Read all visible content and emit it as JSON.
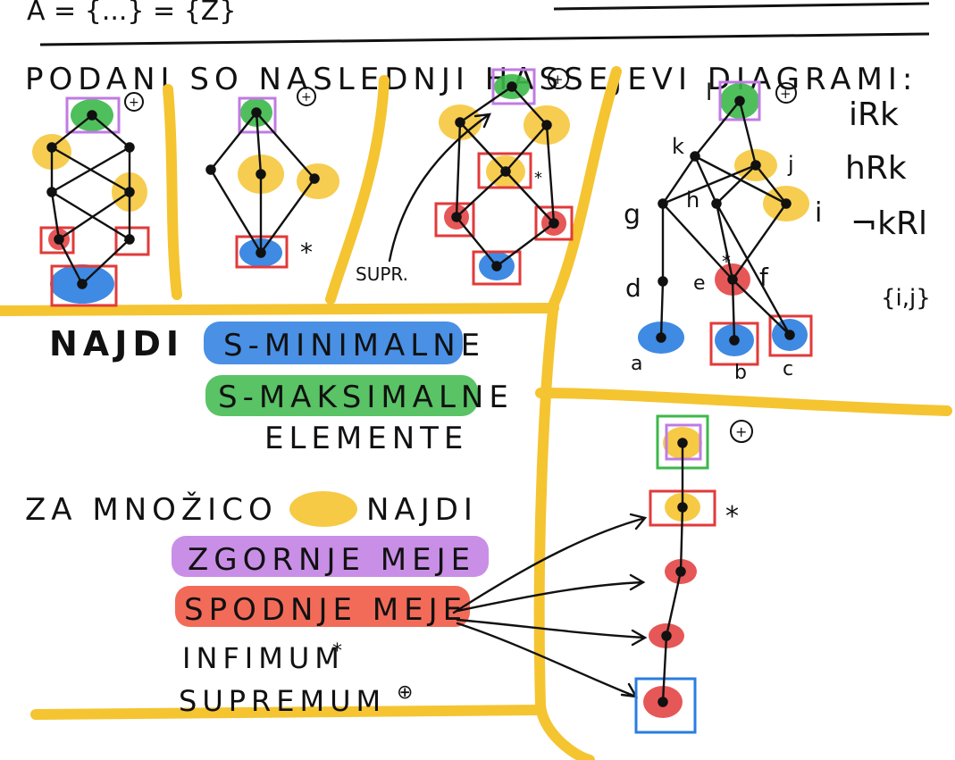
{
  "header": {
    "top_fragment": "A = {...} = {Z}",
    "intro": "PODANI SO NASLEDNJI HASSEJEVI DIAGRAMI:"
  },
  "legend": {
    "find_label": "NAJDI",
    "minimal": "S-MINIMALNE",
    "maximal": "S-MAKSIMALNE",
    "elements": "ELEMENTE"
  },
  "task": {
    "for_set": "ZA MNOŽICO",
    "find": "NAJDI",
    "upper_bounds": "ZGORNJE MEJE",
    "lower_bounds": "SPODNJE MEJE",
    "infimum": "INFIMUM",
    "infimum_mark": "*",
    "supremum": "SUPREMUM",
    "supremum_mark": "⊕"
  },
  "diagram3": {
    "supr_note": "SUPR."
  },
  "diagram4": {
    "labels": {
      "l": "l",
      "k": "k",
      "j": "j",
      "i": "i",
      "h": "h",
      "g": "g",
      "d": "d",
      "e": "e",
      "f": "f",
      "a": "a",
      "b": "b",
      "c": "c"
    },
    "relations": [
      "iRk",
      "hRk",
      "¬kRl"
    ],
    "set_note": "{i,j}"
  },
  "marks": {
    "plus": "+",
    "star": "*"
  },
  "colors": {
    "divider": "#f5c431",
    "yellow_highlight": "#f5c431",
    "green_highlight": "#3cb84a",
    "blue_highlight": "#2a7de0",
    "purple_highlight": "#c07be3",
    "red_highlight": "#e23a3a",
    "ink": "#111111"
  }
}
